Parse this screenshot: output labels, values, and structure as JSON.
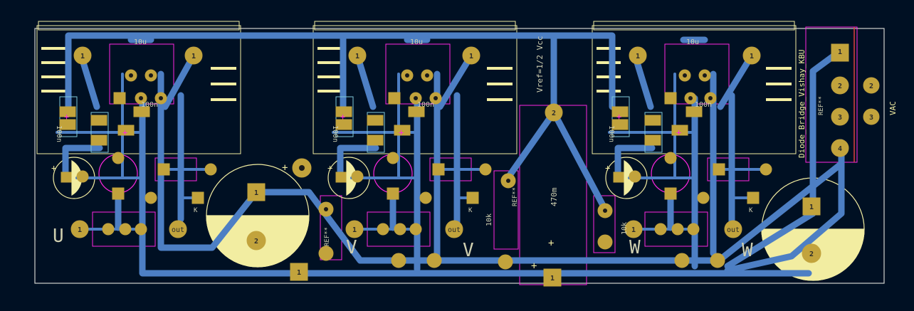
{
  "colors": {
    "background": "#001023",
    "copper": "#4d7fc4",
    "pad": "#c2a33c",
    "pad_hole": "#1a1a1a",
    "courtyard": "#ff26e2",
    "silkscreen": "#f2eda1",
    "fab": "#cfcfb0",
    "edge": "#d0d2cd"
  },
  "labels": {
    "diode_bridge": "Diode_Bridge_Vishay_KBU",
    "vac": "VAC",
    "vref": "Vref=1/2 Vcc",
    "res_470m": "470m",
    "res_10k": "10k",
    "ref": "REF**",
    "c100n": "100n",
    "c10u": "10u",
    "k": "K",
    "out": "out",
    "one": "1",
    "two": "2",
    "three": "3",
    "four": "4",
    "plus": "+",
    "ch_u": "U",
    "ch_v": "V",
    "ch_w": "W"
  },
  "icons": [
    "pcb-pad-icon",
    "polarity-plus-icon"
  ]
}
